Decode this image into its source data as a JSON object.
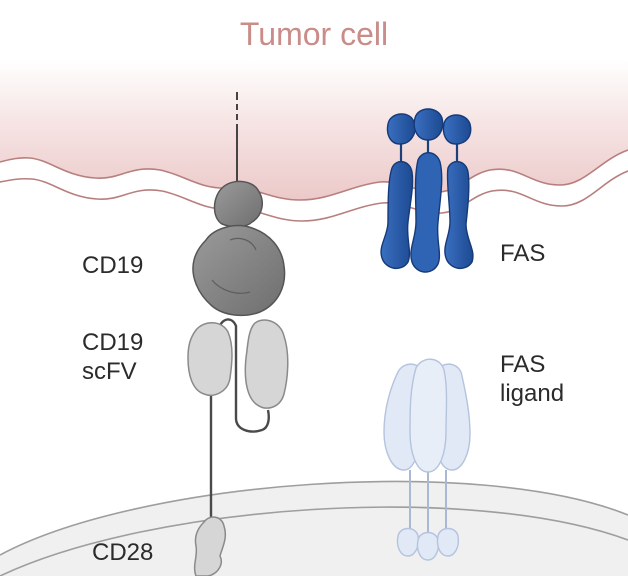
{
  "title": "Tumor cell",
  "labels": {
    "cd19": "CD19",
    "scfv_line1": "CD19",
    "scfv_line2": "scFV",
    "fas": "FAS",
    "fas_ligand_line1": "FAS",
    "fas_ligand_line2": "ligand",
    "cd28": "CD28"
  },
  "colors": {
    "tumor_membrane": "#f1d9d9",
    "tumor_title": "#c98c88",
    "fas_receptor": "#2c5fae",
    "cd19_antigen": "#8a8a8a",
    "scfv": "#d2d2d2",
    "fas_ligand": "#dde6f4",
    "t_cell_membrane": "#ececec"
  }
}
